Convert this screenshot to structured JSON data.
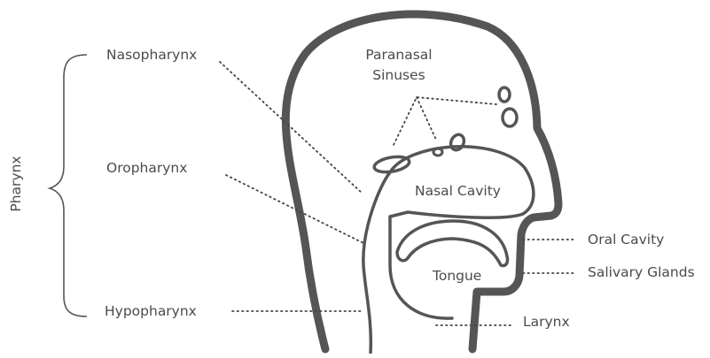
{
  "labels": {
    "pharynx": "Pharynx",
    "nasopharynx": "Nasopharynx",
    "oropharynx": "Oropharynx",
    "hypopharynx": "Hypopharynx",
    "paranasal_line1": "Paranasal",
    "paranasal_line2": "Sinuses",
    "nasal_cavity": "Nasal  Cavity",
    "tongue": "Tongue",
    "oral_cavity": "Oral Cavity",
    "salivary_glands": "Salivary Glands",
    "larynx": "Larynx"
  },
  "colors": {
    "outline": "#555555",
    "text": "#4b4b4b",
    "leader": "#444444"
  }
}
